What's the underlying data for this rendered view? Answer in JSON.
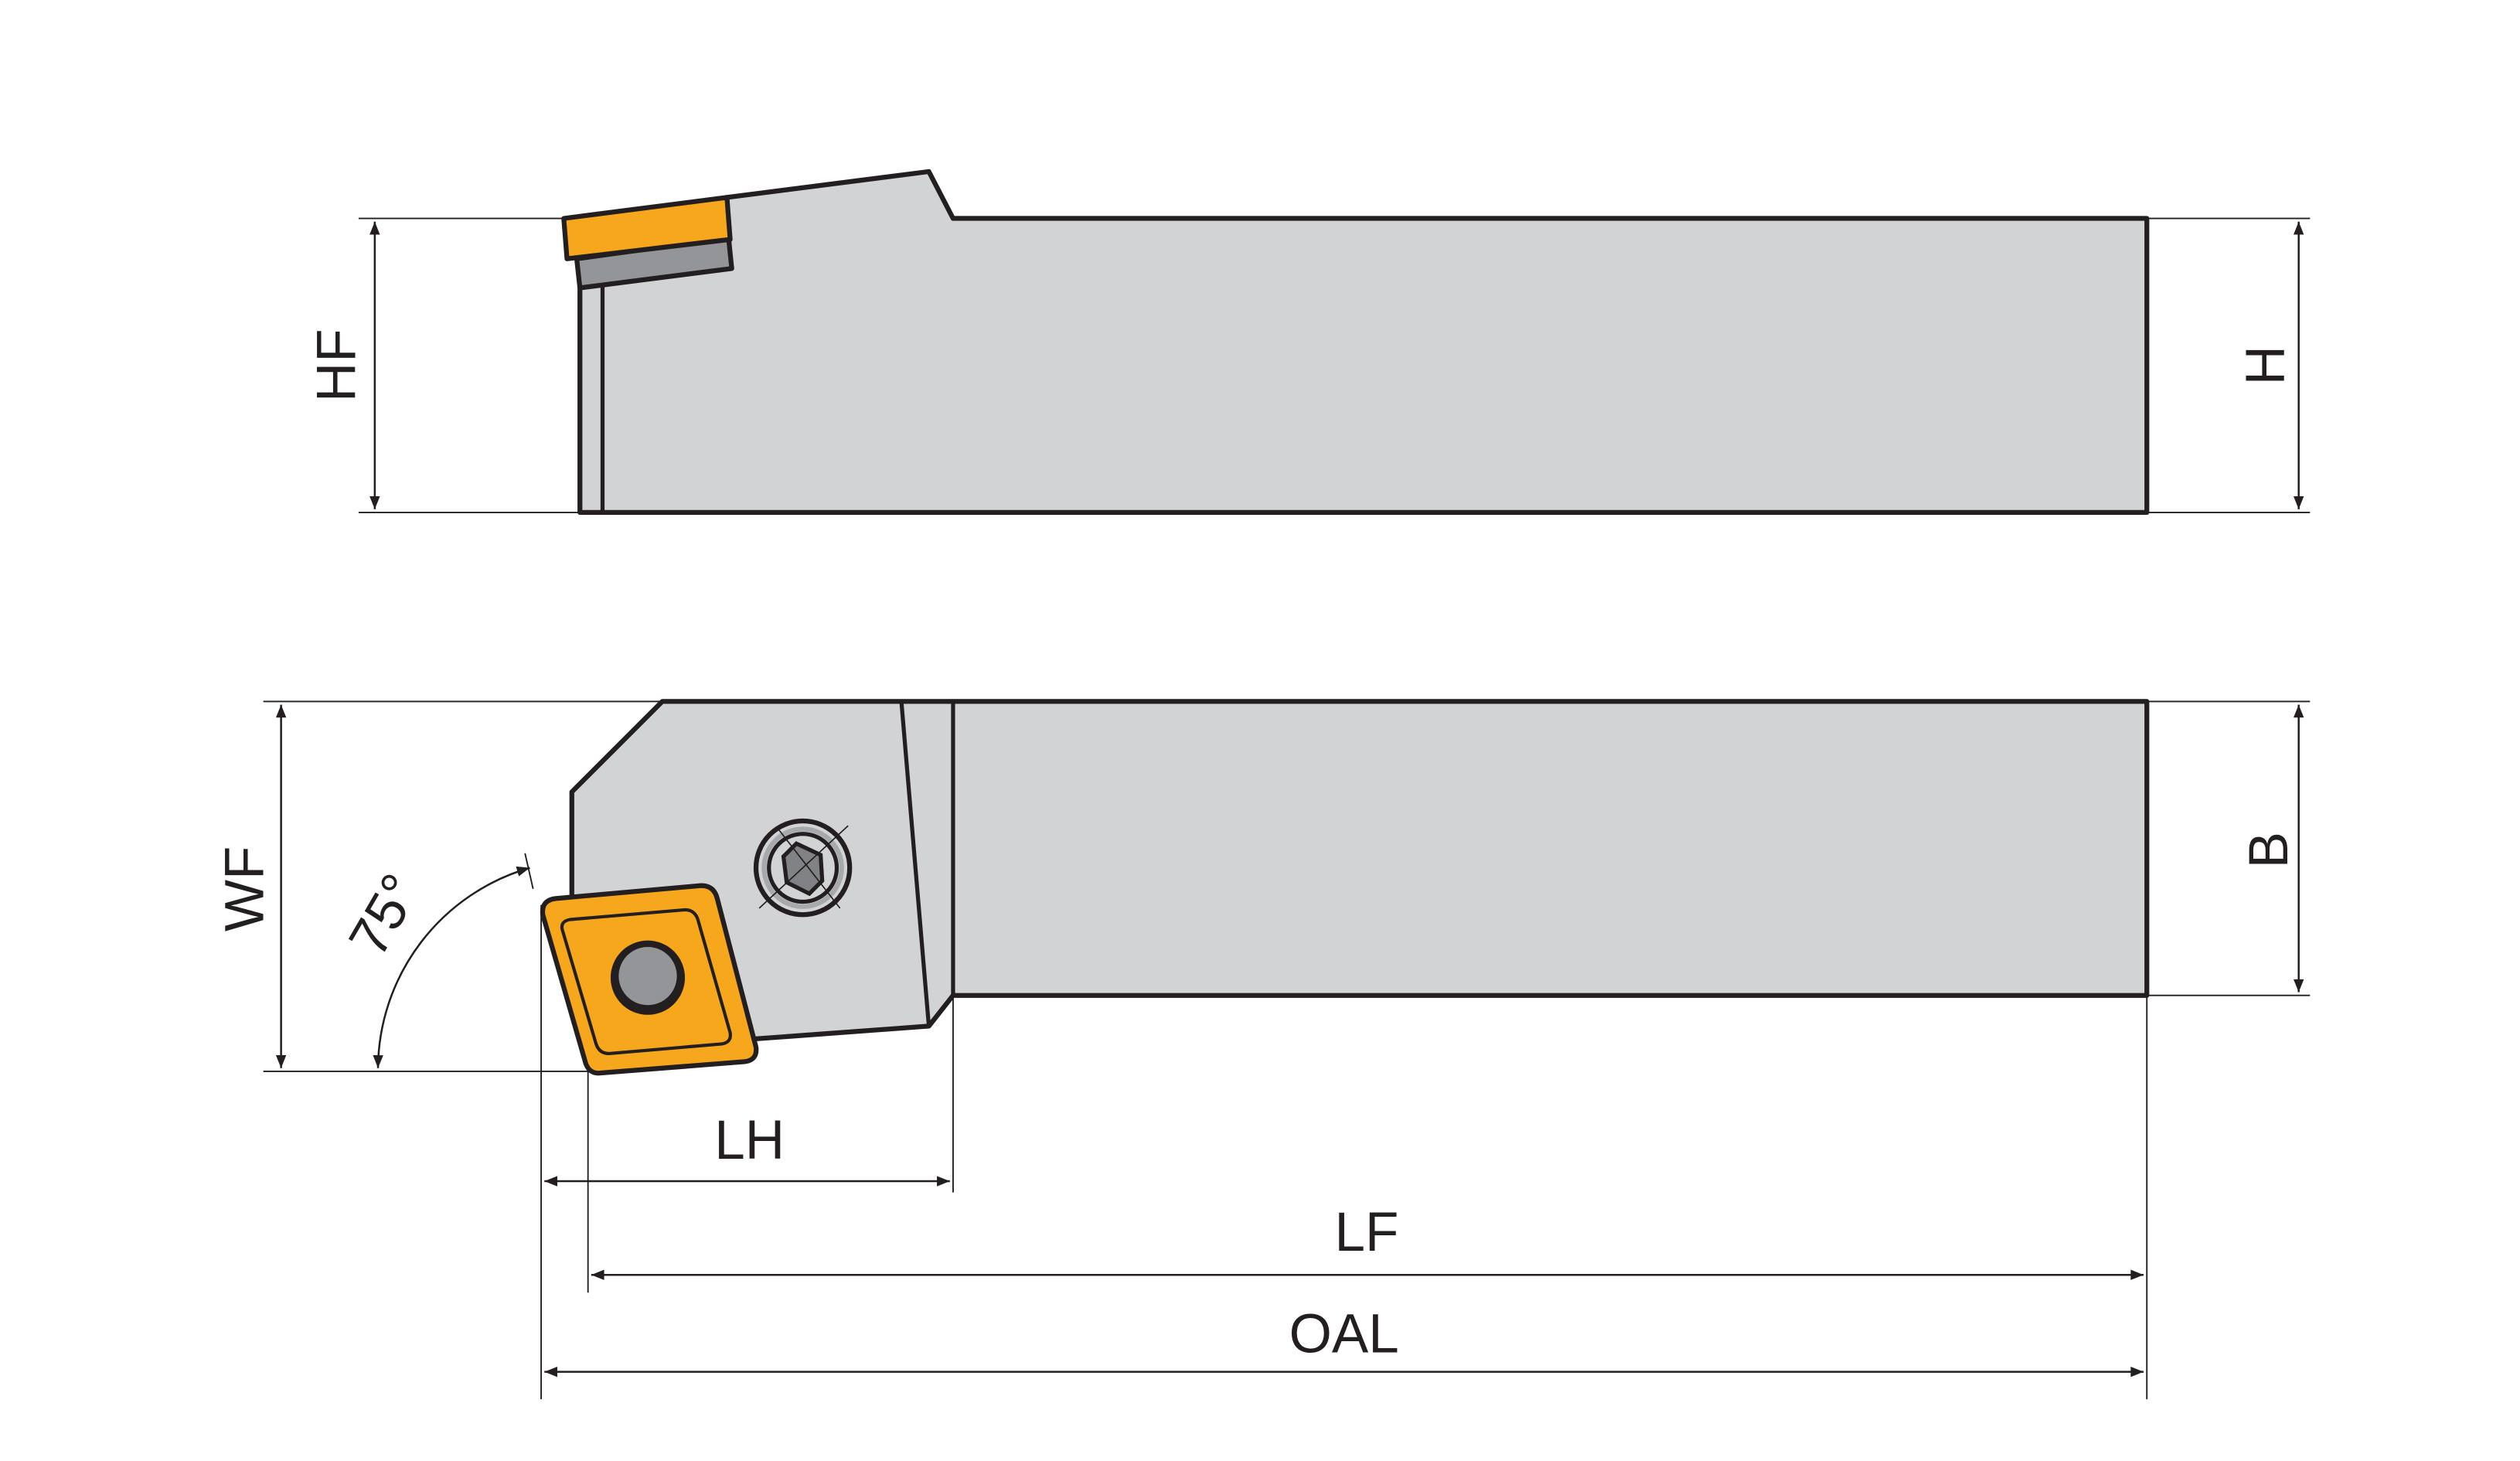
{
  "drawing": {
    "title": "Turning tool holder dimension diagram",
    "dimensions": {
      "hf": "HF",
      "h": "H",
      "wf": "WF",
      "b": "B",
      "lh": "LH",
      "lf": "LF",
      "oal": "OAL",
      "angle": "75°"
    },
    "colors": {
      "body": "#d1d3d4",
      "insert": "#f7a71c",
      "shim": "#939598",
      "outline": "#231f20"
    }
  }
}
